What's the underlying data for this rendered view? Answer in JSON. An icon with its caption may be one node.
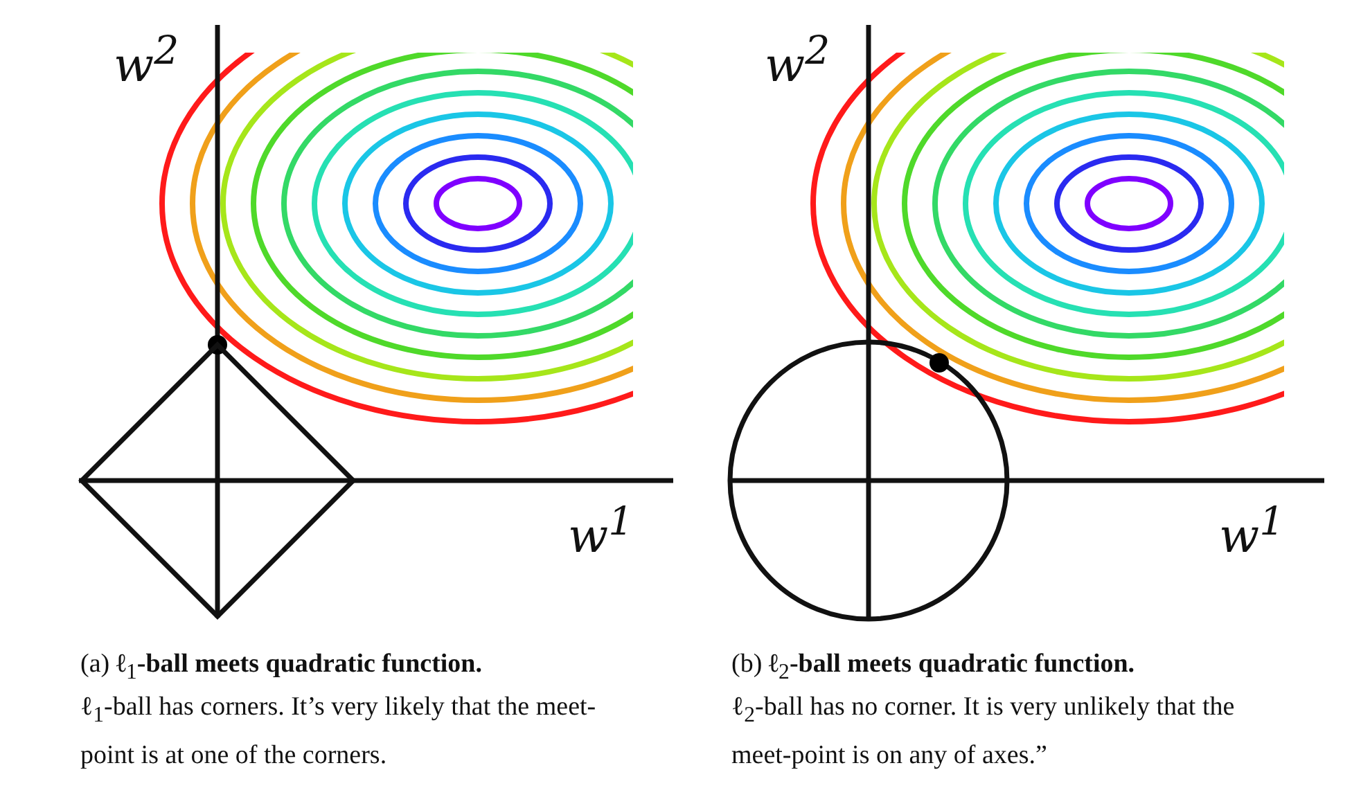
{
  "diagram": {
    "nodes": [
      {
        "text": [],
        "shape": "diamond"
      },
      {
        "text": [],
        "shape": "circle"
      }
    ],
    "labels": [
      "w$^{2}$",
      "w$^{1}$",
      "(a) **ℓ**$_{1}$**-ball meets quadratic function.**",
      "ℓ$_{1}$-ball has corners. It’s very likely that the meet-point is at one of the corners.",
      "w$^{2}$",
      "w$^{1}$",
      "(b) **ℓ**$_{2}$**-ball meets quadratic function.**",
      "ℓ$_{2}$-ball has no corner. It is very unlikely that the meet-point is on any of axes.”"
    ]
  }
}
